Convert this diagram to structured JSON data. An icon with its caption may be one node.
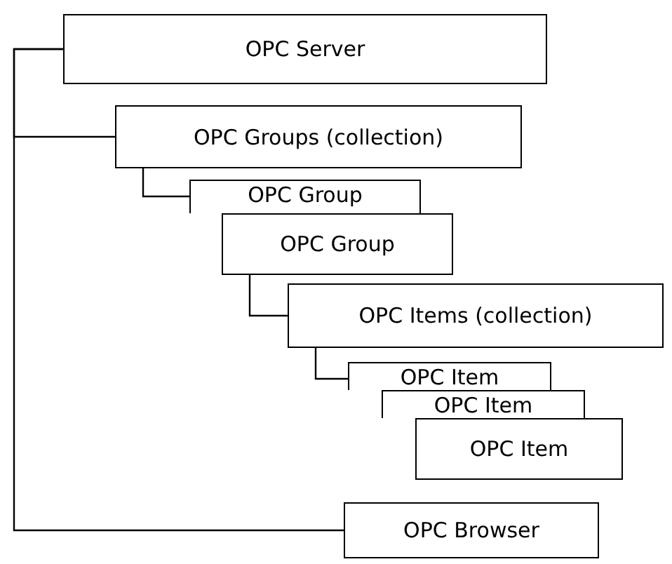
{
  "diagram": {
    "nodes": [
      {
        "text": [
          "OPC Server"
        ]
      },
      {
        "text": [
          "OPC Groups (collection)"
        ]
      },
      {
        "text": [
          "OPC Group"
        ]
      },
      {
        "text": [
          "OPC Group"
        ]
      },
      {
        "text": [
          "OPC Items (collection)"
        ]
      },
      {
        "text": [
          "OPC Item"
        ]
      },
      {
        "text": [
          "OPC Item"
        ]
      },
      {
        "text": [
          "OPC Item"
        ]
      },
      {
        "text": [
          "OPC Browser"
        ]
      }
    ],
    "edges": [
      {
        "from": 0,
        "to": 1,
        "arrow": "none"
      },
      {
        "from": 1,
        "to": 2,
        "arrow": "none"
      },
      {
        "from": 3,
        "to": 4,
        "arrow": "none"
      },
      {
        "from": 4,
        "to": 5,
        "arrow": "none"
      },
      {
        "from": 0,
        "to": 8,
        "arrow": "none"
      }
    ]
  }
}
